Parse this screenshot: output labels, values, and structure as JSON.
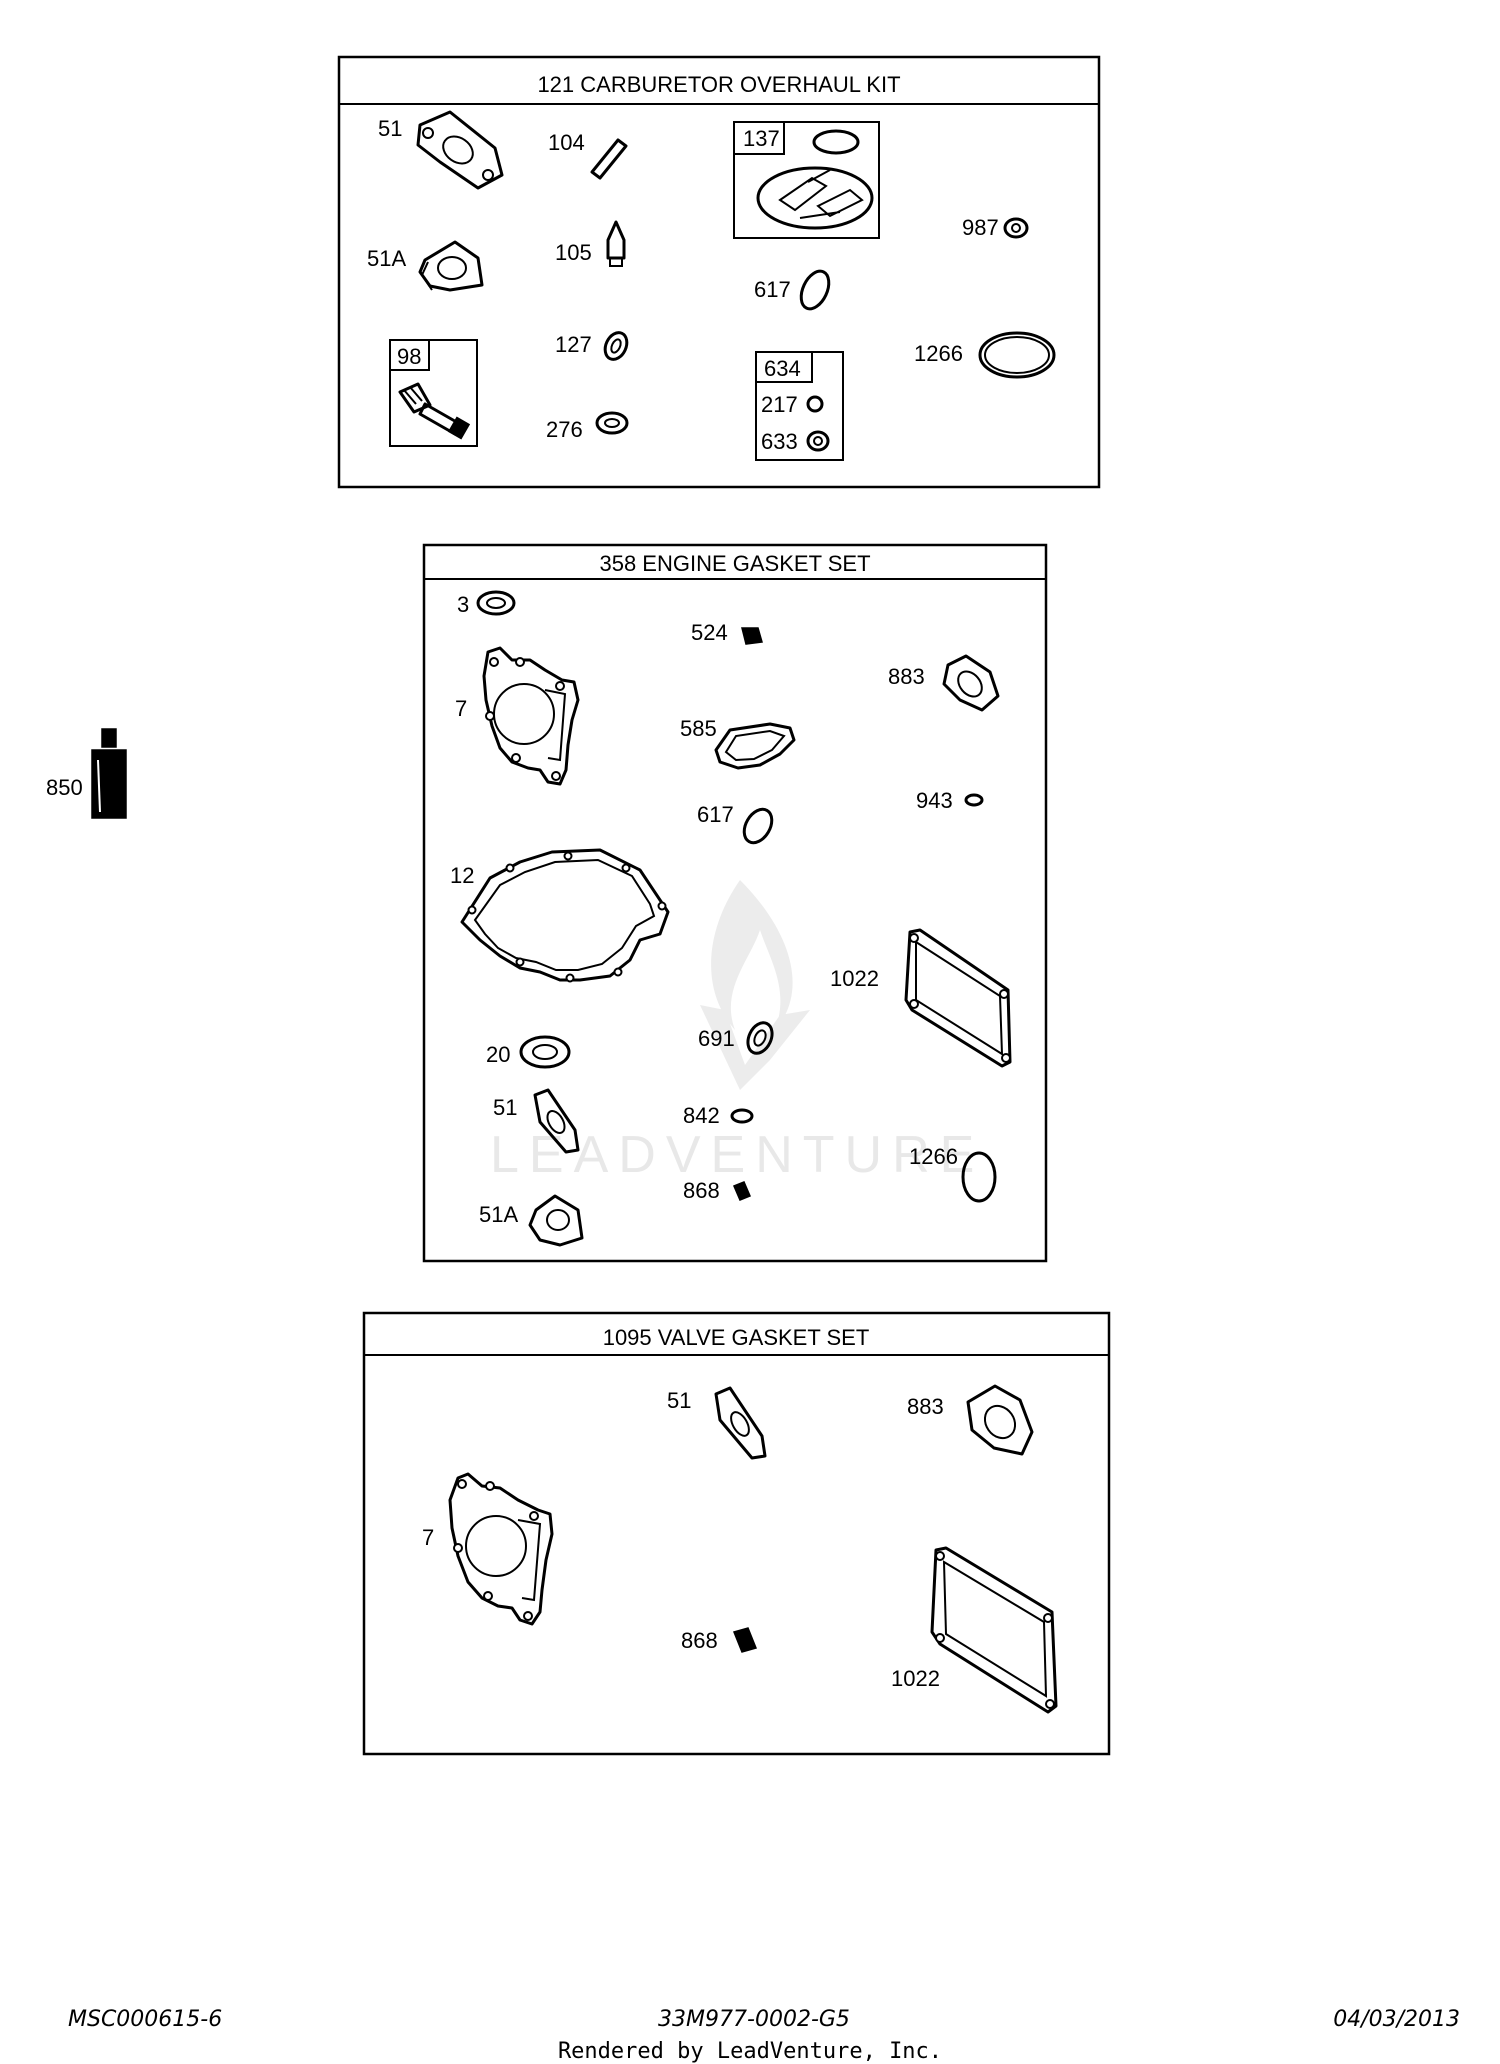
{
  "kits": [
    {
      "title": "121 CARBURETOR OVERHAUL KIT",
      "labels": [
        "51",
        "51A",
        "104",
        "105",
        "127",
        "276",
        "617",
        "987",
        "1266"
      ],
      "boxes": [
        {
          "label": "98"
        },
        {
          "label": "137"
        },
        {
          "label": "634",
          "items": [
            "217",
            "633"
          ]
        }
      ]
    },
    {
      "title": "358 ENGINE GASKET SET",
      "labels": [
        "3",
        "7",
        "12",
        "20",
        "51",
        "51A",
        "524",
        "585",
        "617",
        "691",
        "842",
        "868",
        "883",
        "943",
        "1022",
        "1266"
      ]
    },
    {
      "title": "1095 VALVE GASKET SET",
      "labels": [
        "7",
        "51",
        "868",
        "883",
        "1022"
      ]
    }
  ],
  "standalone": {
    "label": "850"
  },
  "watermark": "LEADVENTURE",
  "footer": {
    "left": "MSC000615-6",
    "center": "33M977-0002-G5",
    "right": "04/03/2013",
    "rendered_by": "Rendered by LeadVenture, Inc."
  }
}
